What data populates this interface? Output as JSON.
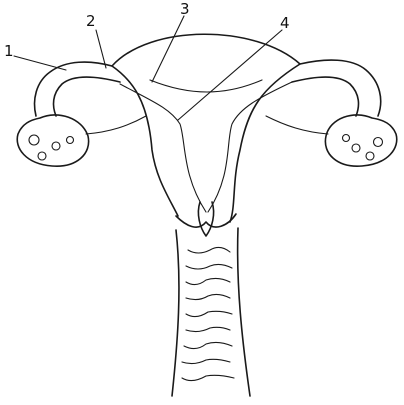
{
  "diagram": {
    "labels": [
      "1",
      "2",
      "3",
      "4"
    ]
  },
  "colors": {
    "ink": "#1a1a1a",
    "background": "#ffffff"
  }
}
